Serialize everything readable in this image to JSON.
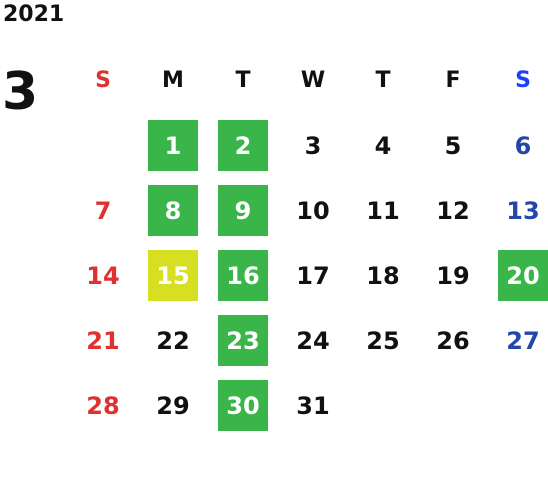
{
  "calendar": {
    "year": "2021",
    "month": "3",
    "weekday_headers": [
      "S",
      "M",
      "T",
      "W",
      "T",
      "F",
      "S"
    ],
    "weeks": [
      [
        null,
        {
          "day": "1",
          "highlight": "green"
        },
        {
          "day": "2",
          "highlight": "green"
        },
        {
          "day": "3"
        },
        {
          "day": "4"
        },
        {
          "day": "5"
        },
        {
          "day": "6"
        }
      ],
      [
        {
          "day": "7"
        },
        {
          "day": "8",
          "highlight": "green"
        },
        {
          "day": "9",
          "highlight": "green"
        },
        {
          "day": "10"
        },
        {
          "day": "11"
        },
        {
          "day": "12"
        },
        {
          "day": "13"
        }
      ],
      [
        {
          "day": "14"
        },
        {
          "day": "15",
          "highlight": "yellow"
        },
        {
          "day": "16",
          "highlight": "green"
        },
        {
          "day": "17"
        },
        {
          "day": "18"
        },
        {
          "day": "19"
        },
        {
          "day": "20",
          "highlight": "green"
        }
      ],
      [
        {
          "day": "21"
        },
        {
          "day": "22"
        },
        {
          "day": "23",
          "highlight": "green"
        },
        {
          "day": "24"
        },
        {
          "day": "25"
        },
        {
          "day": "26"
        },
        {
          "day": "27"
        }
      ],
      [
        {
          "day": "28"
        },
        {
          "day": "29"
        },
        {
          "day": "30",
          "highlight": "green"
        },
        {
          "day": "31"
        },
        null,
        null,
        null
      ]
    ]
  },
  "colors": {
    "sunday": "#e03030",
    "saturday_header": "#1f3fff",
    "saturday_day": "#2446a8",
    "weekday": "#111111",
    "highlight_green": "#3ab54a",
    "highlight_yellow": "#d6df22",
    "highlight_text": "#ffffff"
  }
}
